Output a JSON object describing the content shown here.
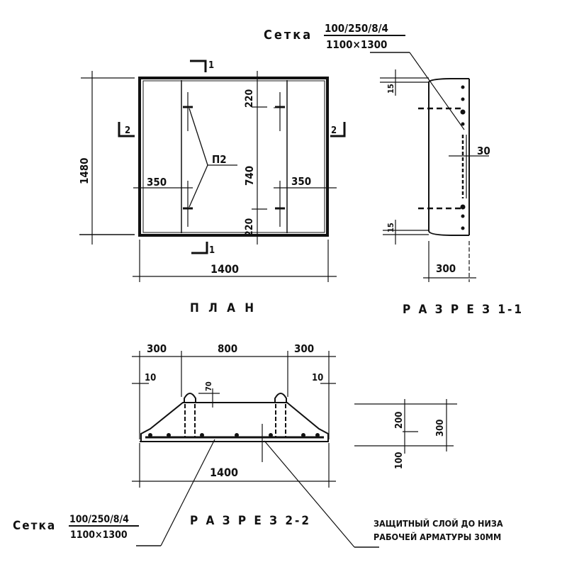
{
  "plan": {
    "title": "П Л А Н",
    "dim_height": "1480",
    "dim_width": "1400",
    "dim_left": "350",
    "dim_right": "350",
    "dim_top": "220",
    "dim_middle": "740",
    "dim_bottom": "220",
    "label_p2": "П2",
    "section_mark_1": "1",
    "section_mark_2": "2"
  },
  "mesh_top": {
    "label": "Сетка",
    "numerator": "100/250/8/4",
    "denominator": "1100×1300"
  },
  "section_1_1": {
    "title": "Р А З Р Е З 1-1",
    "dim_width": "300",
    "dim_cover": "30",
    "dim_top": "15",
    "dim_bottom": "15"
  },
  "section_2_2": {
    "title": "Р А З Р Е З 2-2",
    "dim_left": "300",
    "dim_middle": "800",
    "dim_right": "300",
    "dim_total": "1400",
    "dim_edge_left": "10",
    "dim_edge_right": "10",
    "dim_loop": "70",
    "dim_h200": "200",
    "dim_h100": "100",
    "dim_h300": "300"
  },
  "mesh_bottom": {
    "label": "Сетка",
    "numerator": "100/250/8/4",
    "denominator": "1100×1300"
  },
  "note": {
    "line1": "ЗАЩИТНЫЙ СЛОЙ ДО НИЗА",
    "line2": "РАБОЧЕЙ АРМАТУРЫ 30ММ"
  }
}
